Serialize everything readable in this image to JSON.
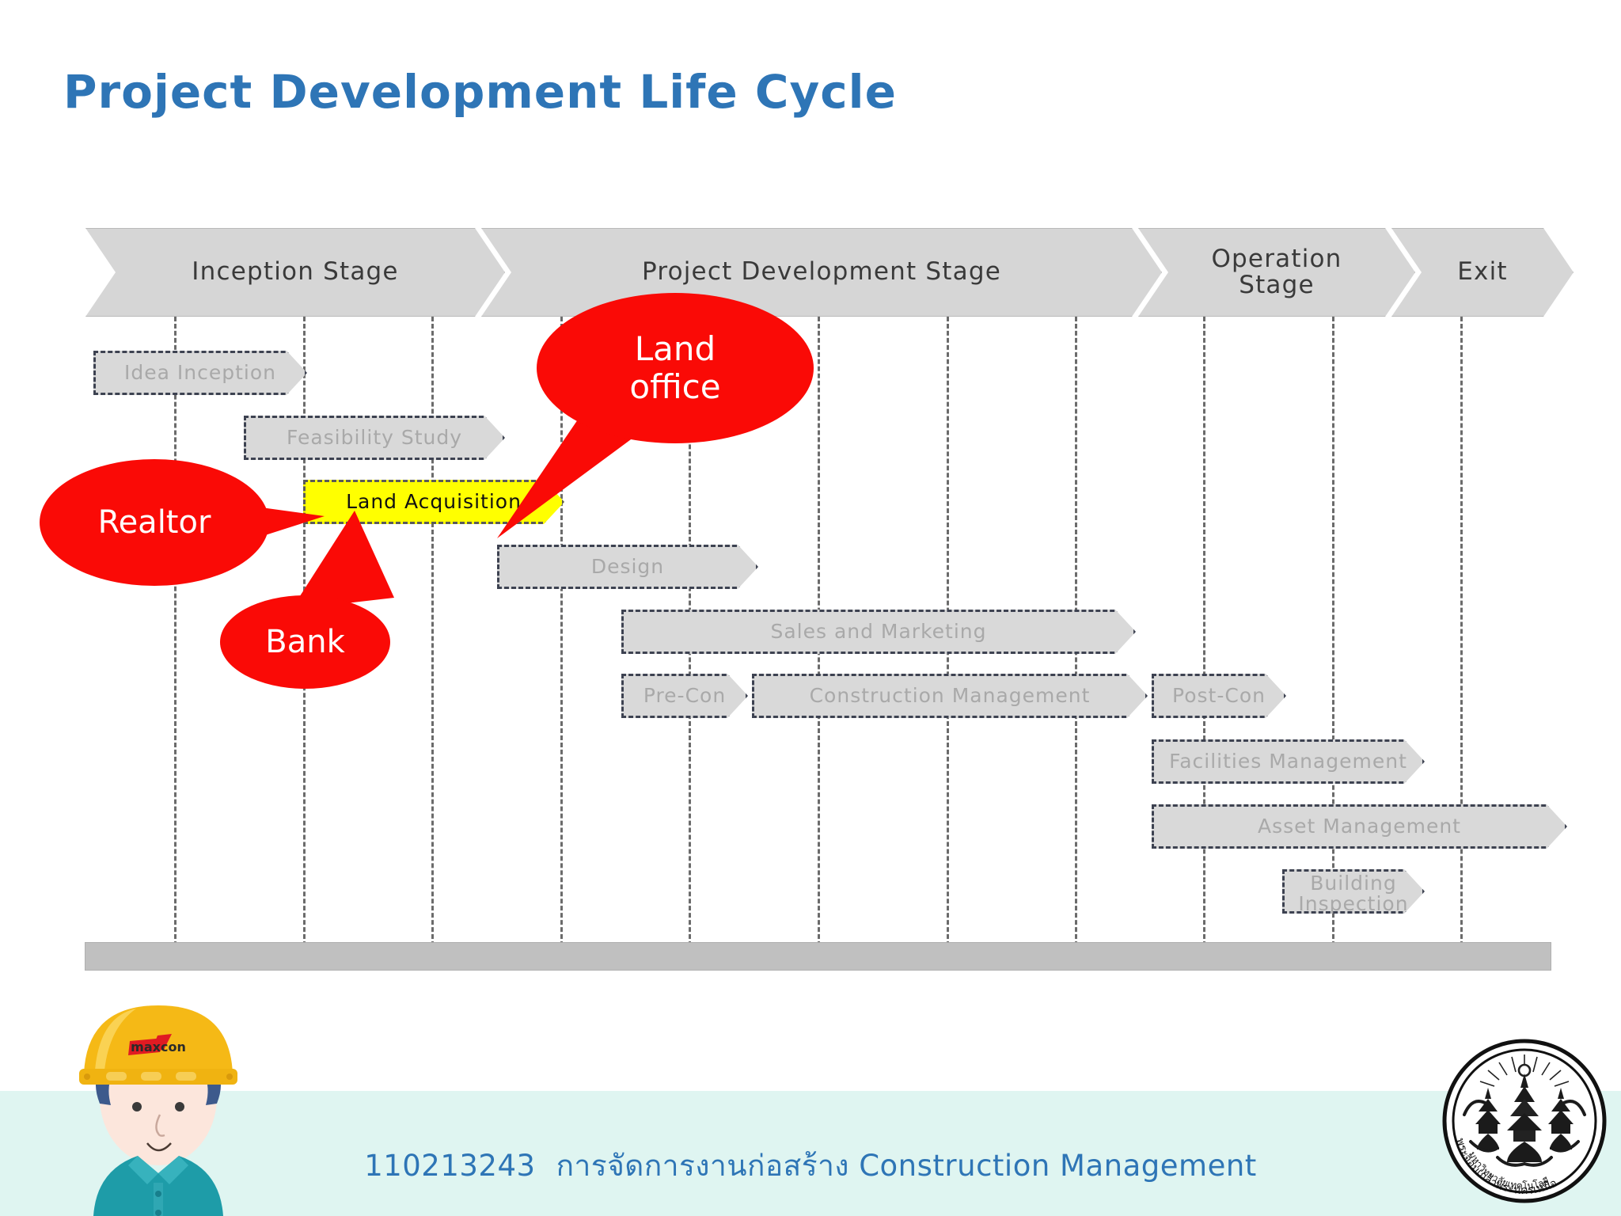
{
  "slide": {
    "title": "Project Development Life Cycle",
    "accent_blue": "#2E75B6",
    "callout_red": "#FA0A06",
    "highlight_yellow": "#FFFF00",
    "bar_gray": "#D9D9D9",
    "banner_gray": "#D6D6D6",
    "footer_band": "#DFF5F1"
  },
  "banner": {
    "stages": [
      {
        "label": "Inception Stage"
      },
      {
        "label": "Project Development Stage"
      },
      {
        "label": "Operation Stage",
        "line1": "Operation",
        "line2": "Stage"
      },
      {
        "label": "Exit"
      }
    ]
  },
  "tasks": [
    {
      "label": "Idea Inception",
      "shape": "arrow",
      "highlight": false
    },
    {
      "label": "Feasibility Study",
      "shape": "arrow",
      "highlight": false
    },
    {
      "label": "Land Acquisition",
      "shape": "arrow",
      "highlight": true
    },
    {
      "label": "Design",
      "shape": "arrow",
      "highlight": false
    },
    {
      "label": "Sales and Marketing",
      "shape": "arrow",
      "highlight": false
    },
    {
      "label": "Pre-Con",
      "shape": "arrow",
      "highlight": false
    },
    {
      "label": "Construction Management",
      "shape": "arrow",
      "highlight": false
    },
    {
      "label": "Post-Con",
      "shape": "arrow",
      "highlight": false
    },
    {
      "label": "Facilities Management",
      "shape": "arrow",
      "highlight": false
    },
    {
      "label": "Asset Management",
      "shape": "arrow",
      "highlight": false
    },
    {
      "label": "Building Inspection",
      "shape": "arrow",
      "highlight": false,
      "line1": "Building",
      "line2": "Inspection"
    }
  ],
  "callouts": [
    {
      "label": "Realtor",
      "points_to": "Land Acquisition"
    },
    {
      "label": "Land office",
      "line1": "Land",
      "line2": "office",
      "points_to": "Land Acquisition"
    },
    {
      "label": "Bank",
      "points_to": "Land Acquisition"
    }
  ],
  "mascot": {
    "helmet_logo": "maxcon",
    "helmet_color": "#F5B916",
    "shirt_color": "#1E9CA8"
  },
  "footer": {
    "course_code": "110213243",
    "course_name_th": "การจัดการงานก่อสร้าง",
    "course_name_en": "Construction Management",
    "seal_name": "kmutnb-seal"
  }
}
